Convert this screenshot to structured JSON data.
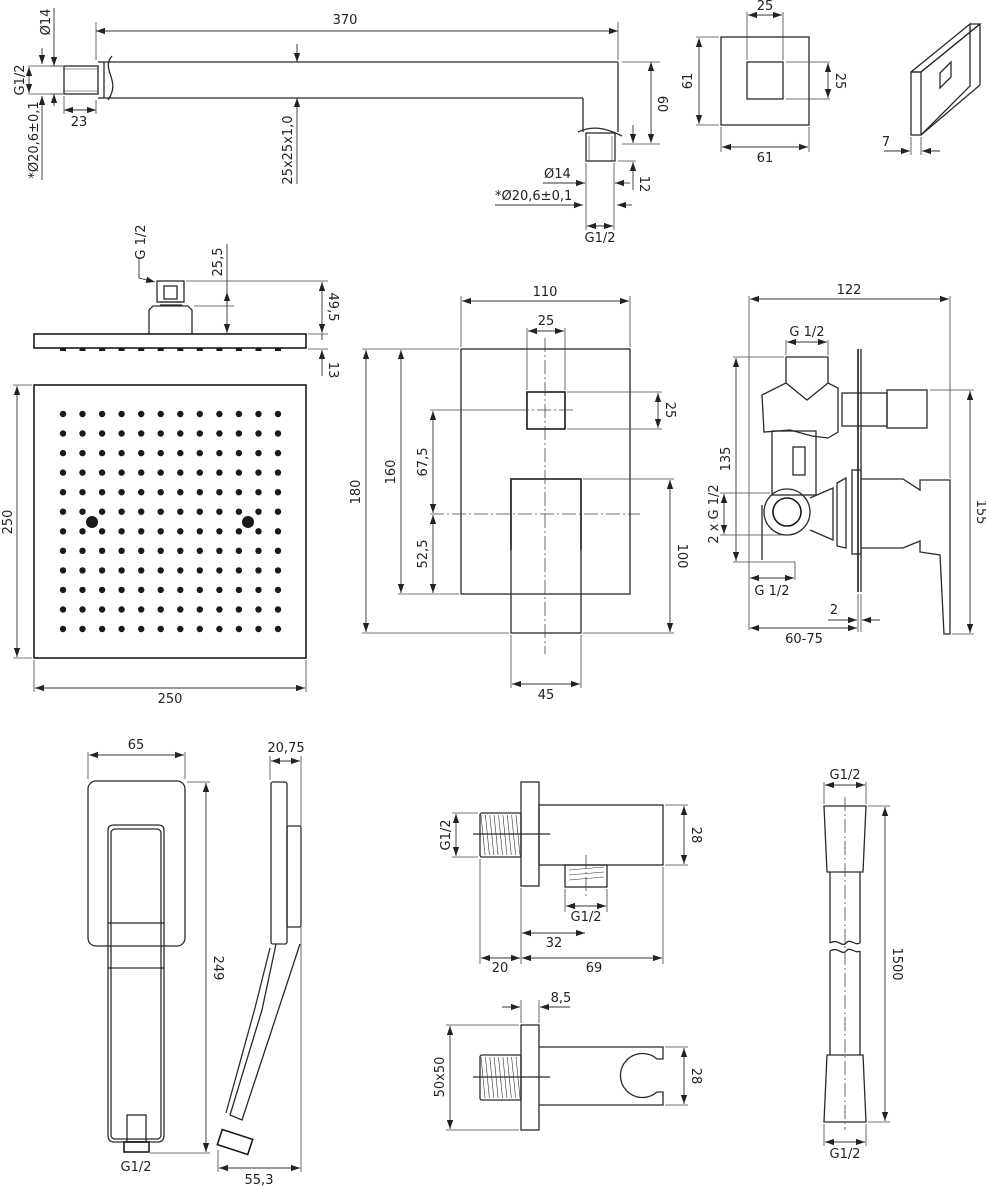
{
  "drawing": {
    "line_color": "#2a2a2a",
    "background": "#ffffff",
    "shower_arm": {
      "length": "370",
      "outer_pipe_dia": "Ø14",
      "thread_left": "G1/2",
      "outer_dia_tol_left": "*Ø20,6±0,1",
      "thread_depth": "23",
      "section": "25x25x1,0",
      "drop": "60",
      "outlet_dia": "Ø14",
      "outlet_outer_dia_tol": "*Ø20,6±0,1",
      "outlet_thread_length": "12",
      "outlet_thread": "G1/2"
    },
    "arm_flange": {
      "width": "61",
      "height": "61",
      "opening_width": "25",
      "opening_height": "25",
      "thickness": "7"
    },
    "head_shower_side": {
      "thread": "G 1/2",
      "connector_height": "25,5",
      "total_height": "49,5",
      "plate_thickness": "13"
    },
    "head_shower_top": {
      "width": "250",
      "height": "250",
      "nozzle_rows": 12,
      "nozzle_cols": 12
    },
    "mixer_front": {
      "plate_width": "110",
      "knob_width": "25",
      "knob_height": "25",
      "total_height": "180",
      "plate_height": "160",
      "upper_offset": "67,5",
      "lower_offset": "52,5",
      "lever_height": "100",
      "lever_width": "45"
    },
    "mixer_side": {
      "total_depth": "122",
      "top_thread": "G 1/2",
      "body_height": "135",
      "side_threads": "2 x G 1/2",
      "bottom_thread": "G 1/2",
      "plate_thickness": "2",
      "install_depth": "60-75",
      "total_height": "155"
    },
    "hand_shower": {
      "width": "65",
      "depth": "20,75",
      "length": "249",
      "thread": "G1/2",
      "side_depth": "55,3"
    },
    "wall_outlet": {
      "thread_in": "G1/2",
      "diameter": "28",
      "thread_out": "G1/2",
      "outlet_offset": "32",
      "thread_length": "20",
      "body_length": "69"
    },
    "holder": {
      "flange_thickness": "8,5",
      "flange_size": "50x50",
      "diameter": "28"
    },
    "hose": {
      "thread_top": "G1/2",
      "length": "1500",
      "thread_bottom": "G1/2"
    }
  }
}
